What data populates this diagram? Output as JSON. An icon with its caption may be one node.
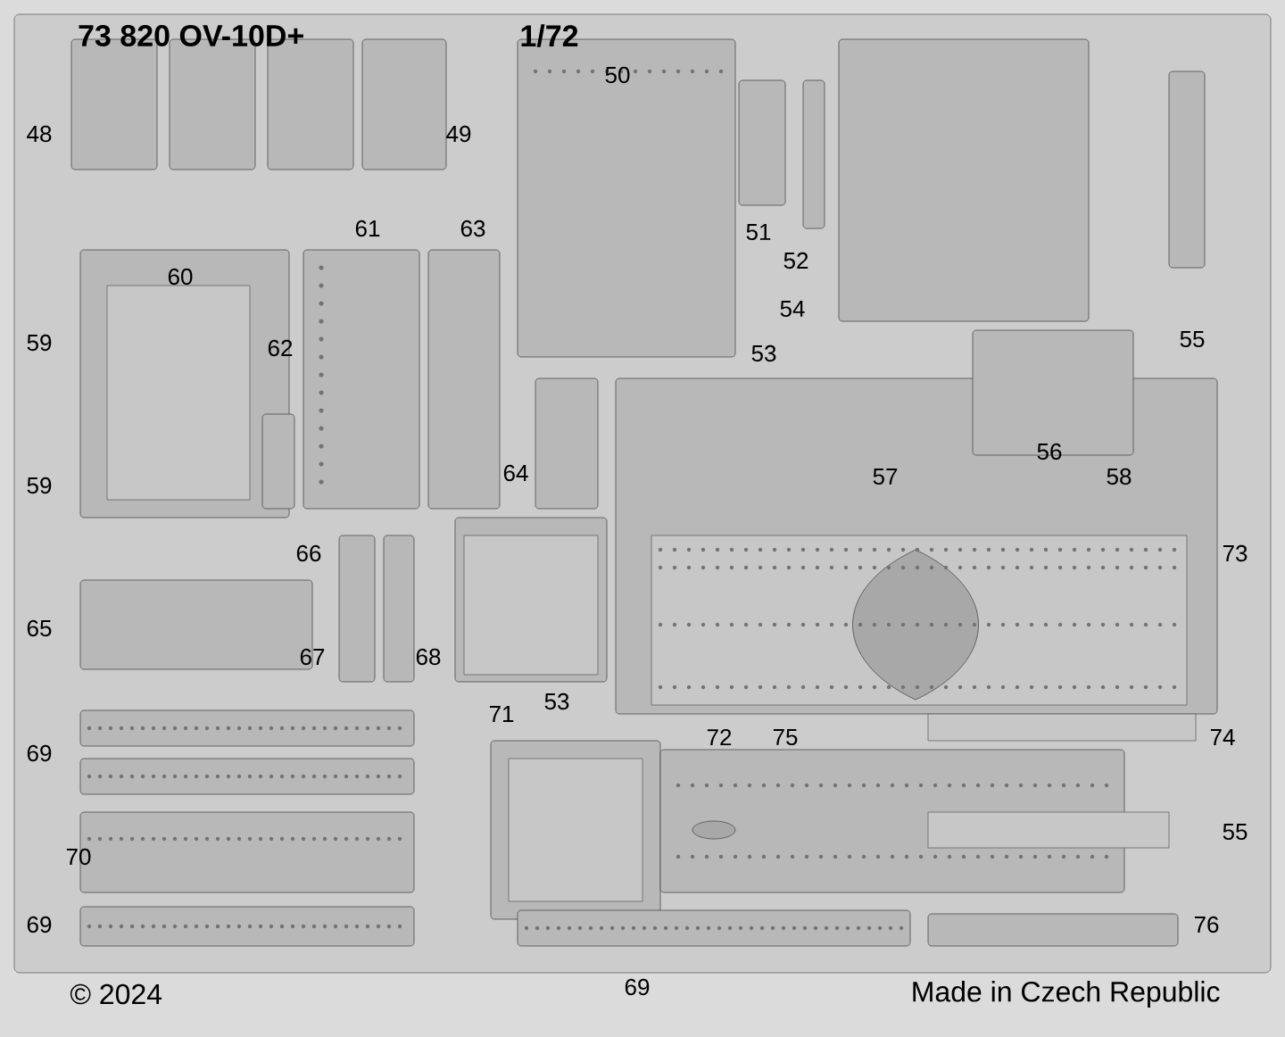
{
  "diagram": {
    "title": "73 820 OV-10D+",
    "labels": [
      "1/72",
      "48",
      "49",
      "50",
      "61",
      "63",
      "51",
      "52",
      "60",
      "59",
      "62",
      "54",
      "53",
      "55",
      "56",
      "59",
      "64",
      "57",
      "58",
      "66",
      "73",
      "65",
      "67",
      "68",
      "53",
      "71",
      "72",
      "75",
      "74",
      "69",
      "70",
      "55",
      "69",
      "76",
      "© 2024",
      "69",
      "Made in Czech Republic"
    ]
  }
}
